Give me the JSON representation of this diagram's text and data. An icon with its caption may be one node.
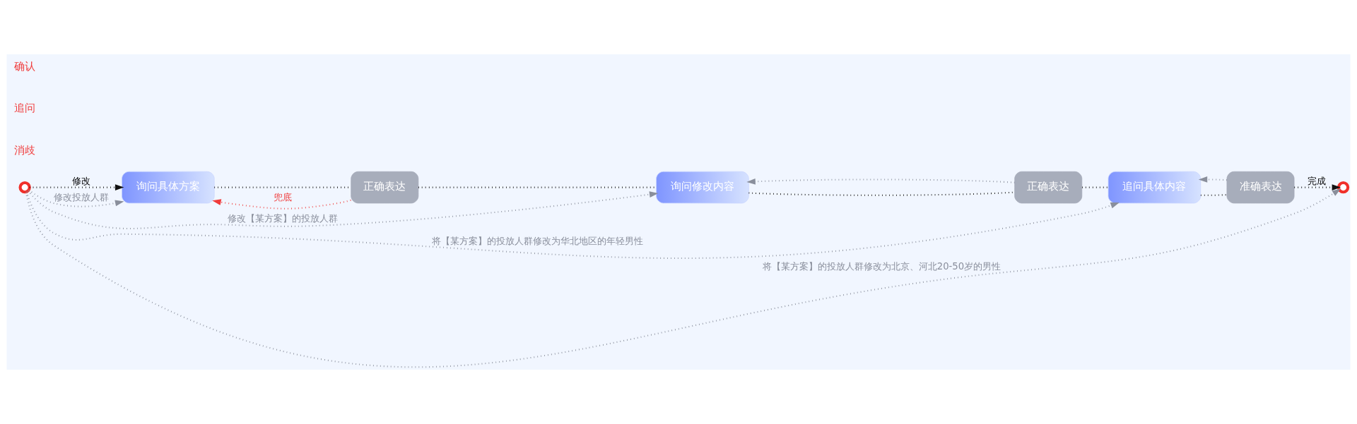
{
  "diagram": {
    "nodes": [
      {
        "text": [],
        "shape": "circle"
      },
      {
        "text": [
          "询问具体方案"
        ]
      },
      {
        "text": [
          "正确表达"
        ]
      },
      {
        "text": [
          "询问修改内容"
        ]
      },
      {
        "text": [
          "正确表达"
        ]
      },
      {
        "text": [
          "追问具体内容"
        ]
      },
      {
        "text": [
          "准确表达"
        ]
      },
      {
        "text": [],
        "shape": "circle"
      }
    ],
    "edges": [
      {
        "from": 0,
        "to": 1,
        "arrow": "to",
        "label": "修改"
      },
      {
        "from": 1,
        "to": 2,
        "arrow": "none"
      },
      {
        "from": 2,
        "to": 1,
        "arrow": "to",
        "label": "兜底",
        "color": "#f03c3c"
      },
      {
        "from": 2,
        "to": 3,
        "arrow": "none"
      },
      {
        "from": 3,
        "to": 4,
        "arrow": "none"
      },
      {
        "from": 4,
        "to": 3,
        "arrow": "to",
        "color": "#8a8f9c"
      },
      {
        "from": 4,
        "to": 5,
        "arrow": "none"
      },
      {
        "from": 5,
        "to": 6,
        "arrow": "none"
      },
      {
        "from": 6,
        "to": 5,
        "arrow": "to",
        "color": "#8a8f9c"
      },
      {
        "from": 6,
        "to": 7,
        "arrow": "to",
        "label": "完成"
      },
      {
        "from": 0,
        "to": 1,
        "arrow": "to",
        "label": "修改投放人群",
        "color": "#8a8f9c"
      },
      {
        "from": 0,
        "to": 3,
        "arrow": "to",
        "label": "修改【某方案】的投放人群",
        "color": "#8a8f9c"
      },
      {
        "from": 0,
        "to": 5,
        "arrow": "to",
        "label": "将【某方案】的投放人群修改为华北地区的年轻男性",
        "color": "#8a8f9c"
      },
      {
        "from": 0,
        "to": 7,
        "arrow": "to",
        "label": "将【某方案】的投放人群修改为北京、河北20-50岁的男性",
        "color": "#8a8f9c"
      }
    ],
    "labels": [
      "消歧",
      "追问",
      "确认"
    ]
  }
}
